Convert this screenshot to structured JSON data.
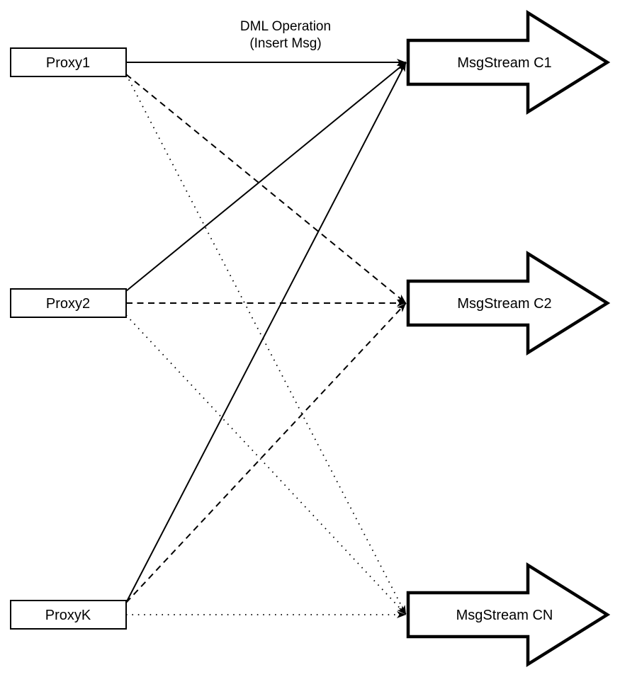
{
  "title": {
    "line1": "DML Operation",
    "line2": "(Insert Msg)"
  },
  "proxies": [
    {
      "id": "proxy1",
      "label": "Proxy1"
    },
    {
      "id": "proxy2",
      "label": "Proxy2"
    },
    {
      "id": "proxyk",
      "label": "ProxyK"
    }
  ],
  "streams": [
    {
      "id": "c1",
      "label": "MsgStream C1"
    },
    {
      "id": "c2",
      "label": "MsgStream C2"
    },
    {
      "id": "cn",
      "label": "MsgStream CN"
    }
  ],
  "edges": [
    {
      "from": "proxy1",
      "to": "c1",
      "style": "solid"
    },
    {
      "from": "proxy1",
      "to": "c2",
      "style": "dashed"
    },
    {
      "from": "proxy1",
      "to": "cn",
      "style": "dotted"
    },
    {
      "from": "proxy2",
      "to": "c1",
      "style": "solid"
    },
    {
      "from": "proxy2",
      "to": "c2",
      "style": "dashed"
    },
    {
      "from": "proxy2",
      "to": "cn",
      "style": "dotted"
    },
    {
      "from": "proxyk",
      "to": "c1",
      "style": "solid"
    },
    {
      "from": "proxyk",
      "to": "c2",
      "style": "dashed"
    },
    {
      "from": "proxyk",
      "to": "cn",
      "style": "dotted"
    }
  ],
  "colors": {
    "line": "#000000",
    "node_fill": "#ffffff",
    "background": "#ffffff"
  }
}
